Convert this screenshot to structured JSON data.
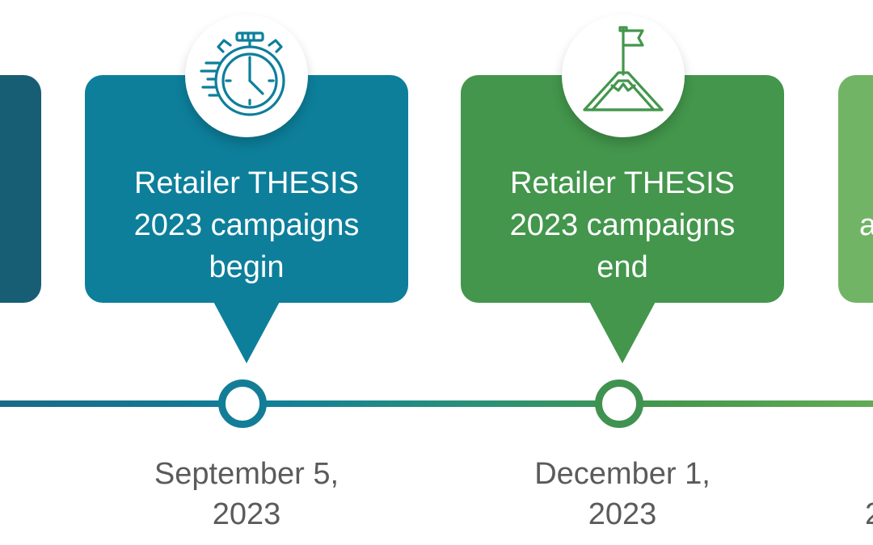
{
  "milestones": [
    {
      "title": "Retailer THESIS\n2023 campaigns\nbegin",
      "date": "September 5,\n2023",
      "icon": "stopwatch-icon",
      "color": "#0d7f9b"
    },
    {
      "title": "Retailer THESIS\n2023 campaigns\nend",
      "date": "December 1,\n2023",
      "icon": "mountain-flag-icon",
      "color": "#43964c"
    }
  ],
  "partial_right": {
    "title_fragment": "a",
    "date_fragment": "2",
    "color": "#71b465"
  },
  "partial_left": {
    "color": "#175e74"
  },
  "line_colors": [
    "#1a6a86",
    "#0f7f99",
    "#2a9178",
    "#43964c",
    "#62ab57"
  ]
}
